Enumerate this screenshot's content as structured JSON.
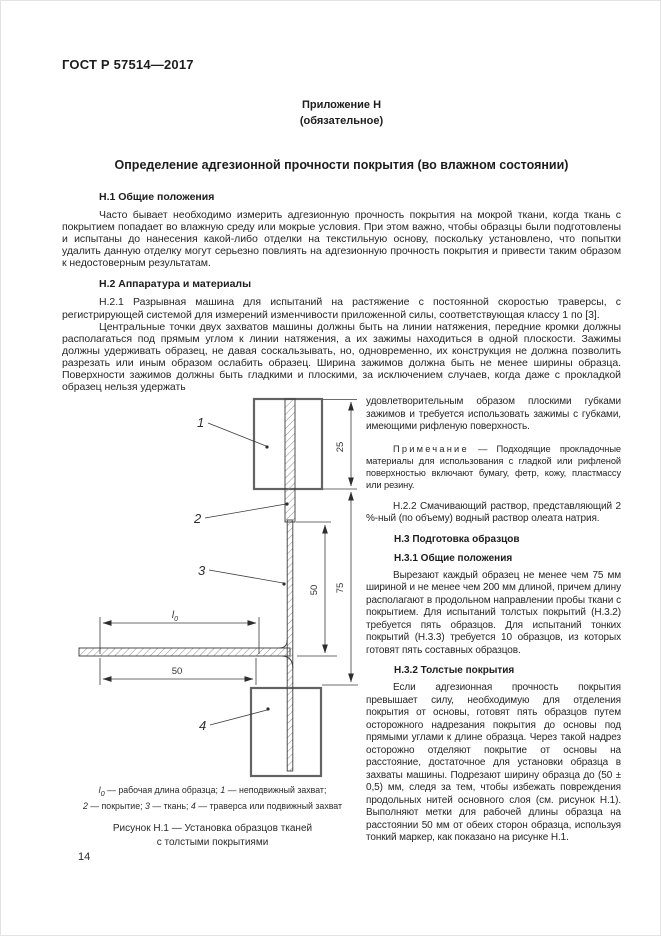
{
  "header": {
    "doc_number": "ГОСТ Р 57514—2017",
    "annex": "Приложение Н",
    "annex_type": "(обязательное)",
    "title": "Определение адгезионной прочности покрытия (во влажном состоянии)"
  },
  "sections": {
    "h1": {
      "heading": "Н.1  Общие положения",
      "p1": "Часто бывает необходимо измерить адгезионную прочность покрытия на мокрой ткани, когда ткань с покрытием попадает во влажную среду или мокрые условия. При этом важно, чтобы образцы были подготовлены и испытаны до нанесения какой-либо отделки на текстильную основу, поскольку установлено, что попытки удалить данную отделку могут серьезно повлиять на адгезионную прочность покрытия и привести таким образом к недостоверным результатам."
    },
    "h2": {
      "heading": "Н.2  Аппаратура и материалы",
      "p1": "Н.2.1  Разрывная машина для испытаний на растяжение с постоянной скоростью траверсы, с регистрирующей системой для измерений изменчивости приложенной силы, соответствующая классу 1 по [3].",
      "p2_fullwidth": "Центральные точки двух захватов машины должны быть на линии натяжения, передние кромки должны располагаться под прямым углом к линии натяжения, а их зажимы находиться в одной плоскости. Зажимы должны удерживать образец, не давая соскальзывать, но, одновременно, их конструкция не должна позволить разрезать или иным образом ослабить образец. Ширина зажимов должна быть не менее ширины образца. Поверхности зажимов должны быть гладкими и плоскими, за исключением случаев, когда даже с прокладкой образец нельзя удержать",
      "p2_column": "удовлетворительным образом плоскими губками зажимов и требуется использовать зажимы с губками, имеющими рифленую поверхность.",
      "note_label": "Примечание",
      "note_text": " — Подходящие прокладочные материалы для использования с гладкой или рифленой поверхностью включают бумагу, фетр, кожу, пластмассу или резину.",
      "p3": "Н.2.2 Смачивающий раствор, представляющий 2 %-ный (по объему) водный раствор олеата натрия."
    },
    "h3": {
      "heading": "Н.3  Подготовка образцов",
      "h31_heading": "Н.3.1  Общие положения",
      "p31": "Вырезают каждый образец не менее чем 75 мм шириной и не менее чем 200 мм длиной, причем длину располагают в продольном направлении пробы ткани с покрытием. Для испытаний толстых покрытий (Н.3.2) требуется пять образцов. Для испытаний тонких покрытий (Н.3.3) требуется 10 образцов, из которых готовят пять составных образцов.",
      "h32_heading": "Н.3.2  Толстые покрытия",
      "p32": "Если адгезионная прочность покрытия превышает силу, необходимую для отделения покрытия от основы, готовят пять образцов путем осторожного надрезания покрытия до основы под прямыми углами к длине образца. Через такой надрез осторожно отделяют покрытие от основы на расстояние, достаточное для установки образца в захваты машины. Подрезают ширину образца до (50 ± 0,5) мм, следя за тем, чтобы избежать повреждения продольных нитей основного слоя (см. рисунок Н.1). Выполняют метки для рабочей длины образца на расстоянии 50 мм от обеих сторон образца, используя тонкий маркер, как показано на рисунке Н.1."
    }
  },
  "figure": {
    "callouts": {
      "c1": "1",
      "c2": "2",
      "c3": "3",
      "c4": "4"
    },
    "dims": {
      "clamp_height": "25",
      "total_length": "75",
      "peel_length": "50",
      "working_length": "l",
      "working_length_sub": "0",
      "bottom_width": "50"
    },
    "legend": {
      "s1": "l",
      "s1sub": "0",
      "t1": " — рабочая длина образца; ",
      "s2": "1",
      "t2": " — неподвижный захват;",
      "s3": "2",
      "t3": " — покрытие; ",
      "s4": "3",
      "t4": " — ткань; ",
      "s5": "4",
      "t5": " — траверса или подвижный захват"
    },
    "caption_line1": "Рисунок Н.1 — Установка образцов тканей",
    "caption_line2": "с толстыми покрытиями"
  },
  "footer": {
    "page_number": "14"
  }
}
